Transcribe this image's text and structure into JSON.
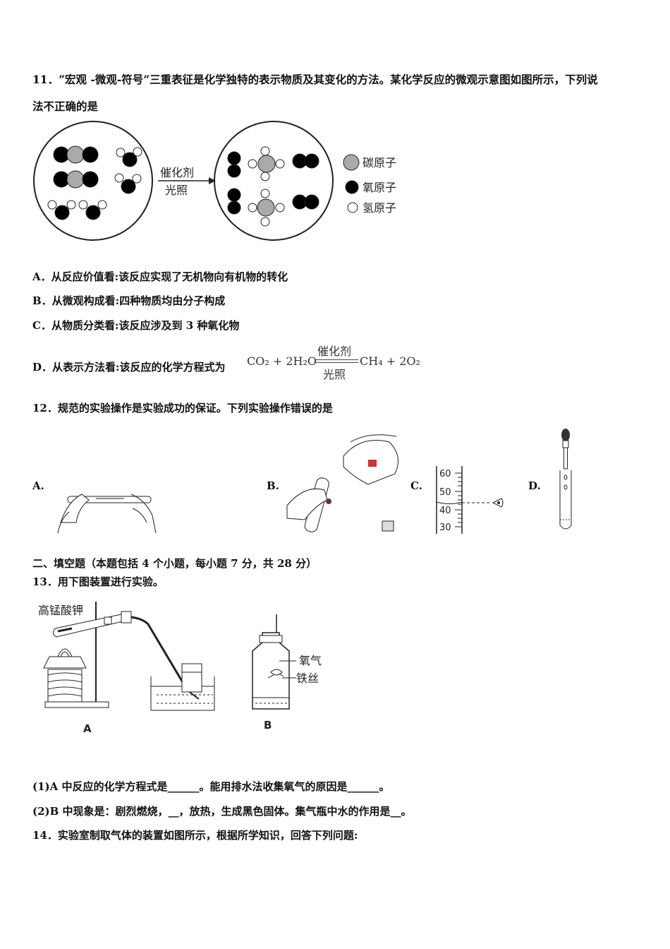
{
  "q11": {
    "line1": "11．“宏观 -微观-符号”三重表征是化学独特的表示物质及其变化的方法。某化学反应的微观示意图如图所示，下列说",
    "line2": "法不正确的是",
    "arrow_top": "催化剂",
    "arrow_bottom": "光照",
    "legend": [
      "碳原子",
      "氧原子",
      "氢原子"
    ],
    "options": {
      "A": "A．从反应价值看:该反应实现了无机物向有机物的转化",
      "B": "B．从微观构成看:四种物质均由分子构成",
      "C": "C．从物质分类看:该反应涉及到 3 种氧化物",
      "D": "D．从表示方法看:该反应的化学方程式为"
    },
    "equation": {
      "left": "CO₂ + 2H₂O",
      "top": "催化剂",
      "bottom": "光照",
      "right": "CH₄ + 2O₂"
    }
  },
  "q12": {
    "stem": "12．规范的实验操作是实验成功的保证。下列实验操作错误的是",
    "labels": [
      "A.",
      "B.",
      "C.",
      "D."
    ],
    "cylinder_ticks": [
      "60",
      "50",
      "40",
      "30"
    ]
  },
  "section2": "二、填空题（本题包括 4 个小题，每小题 7 分，共 28 分）",
  "q13": {
    "stem": "13．用下图装置进行实验。",
    "label_kmno4": "高锰酸钾",
    "label_oxygen": "氧气",
    "label_iron": "铁丝",
    "fig_a": "A",
    "fig_b": "B",
    "sub1": "(1)A 中反应的化学方程式是______。能用排水法收集氧气的原因是______。",
    "sub2": "(2)B 中现象是：剧烈燃烧，__，放热，生成黑色固体。集气瓶中水的作用是__。"
  },
  "q14": {
    "stem": "14．实验室制取气体的装置如图所示，根据所学知识，回答下列问题:"
  }
}
